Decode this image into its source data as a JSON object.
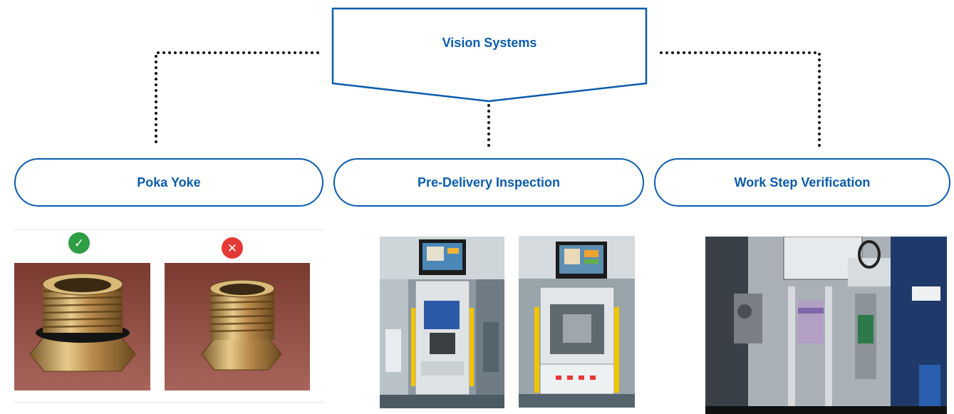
{
  "diagram": {
    "root": {
      "label": "Vision Systems"
    },
    "categories": [
      {
        "label": "Poka Yoke"
      },
      {
        "label": "Pre-Delivery Inspection"
      },
      {
        "label": "Work Step Verification"
      }
    ],
    "pass_badge_icon": "check-circle-icon",
    "fail_badge_icon": "x-circle-icon",
    "colors": {
      "accent": "#0b5cad",
      "pass": "#2e9e44",
      "fail": "#e53935",
      "connector": "#111111"
    }
  }
}
